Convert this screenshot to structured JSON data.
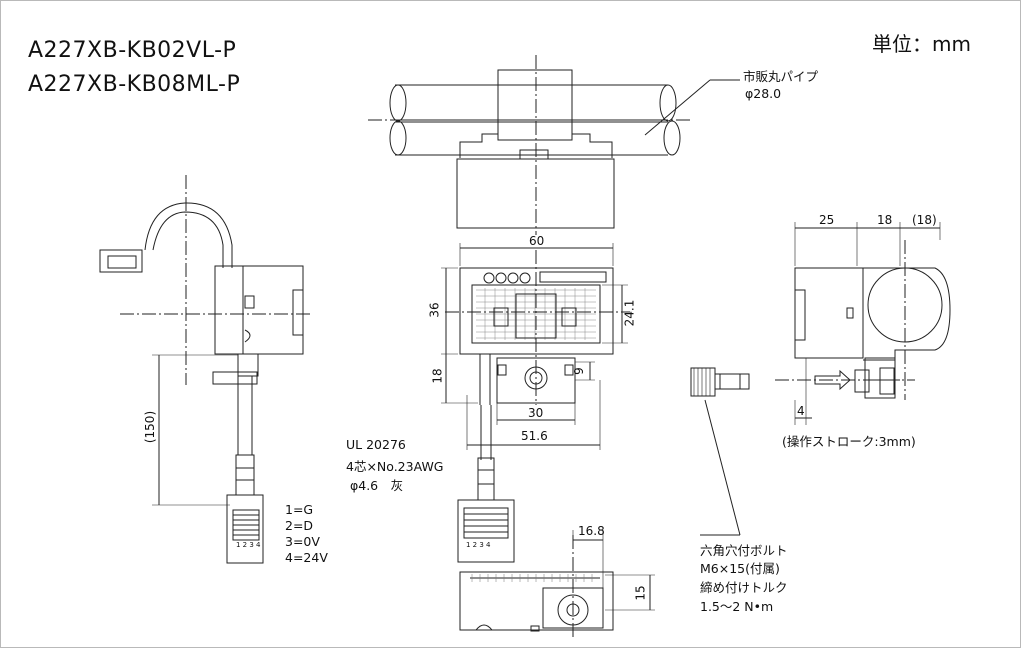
{
  "models": [
    "A227XB-KB02VL-P",
    "A227XB-KB08ML-P"
  ],
  "unit_label": "単位：mm",
  "pipe_note": {
    "name": "市販丸パイプ",
    "diameter": "φ28.0"
  },
  "cable_note": [
    "UL 20276",
    "4芯×No.23AWG",
    "φ4.6　灰"
  ],
  "pin_assignment": [
    "1=G",
    "2=D",
    "3=0V",
    "4=24V"
  ],
  "bolt_note": [
    "六角穴付ボルト",
    "M6×15(付属)",
    "締め付けトルク",
    "1.5～2 N•m"
  ],
  "stroke_note": "(操作ストローク:3mm)",
  "dimensions": {
    "d150": "(150)",
    "d60": "60",
    "d36": "36",
    "d24_1": "24.1",
    "d18_left": "18",
    "d9": "9",
    "d30": "30",
    "d51_6": "51.6",
    "d25": "25",
    "d18_top": "18",
    "d18_paren": "(18)",
    "d4": "4",
    "d16_8": "16.8",
    "d15": "15"
  },
  "connector_marking": "1 2 3 4"
}
